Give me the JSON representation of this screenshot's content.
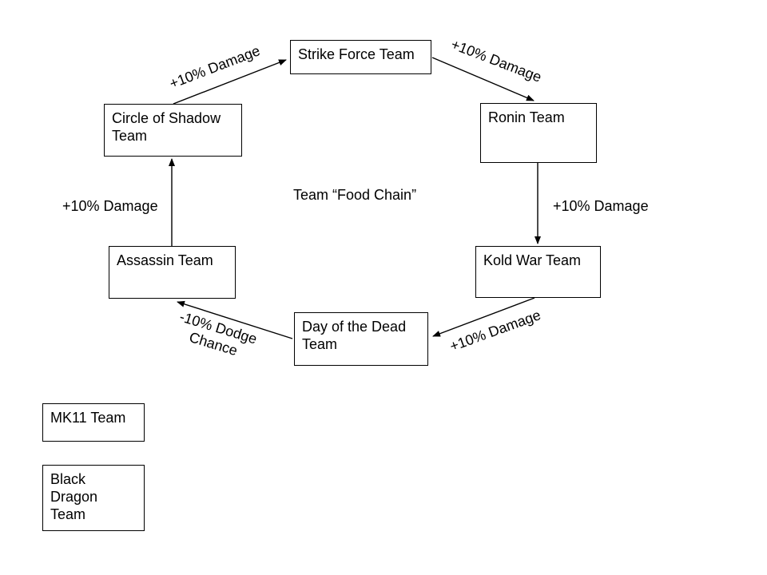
{
  "diagram": {
    "title": "Team “Food Chain”",
    "nodes": {
      "strike_force": {
        "label": "Strike Force Team"
      },
      "circle_of_shadow": {
        "label": "Circle of Shadow\nTeam"
      },
      "ronin": {
        "label": "Ronin Team"
      },
      "kold_war": {
        "label": "Kold War Team"
      },
      "assassin": {
        "label": "Assassin Team"
      },
      "day_of_the_dead": {
        "label": "Day of the Dead\nTeam"
      },
      "mk11": {
        "label": "MK11 Team"
      },
      "black_dragon": {
        "label": "Black\nDragon\nTeam"
      }
    },
    "edges": {
      "circle_to_strike": {
        "label": "+10% Damage",
        "effect": "+10% Damage"
      },
      "strike_to_ronin": {
        "label": "+10% Damage",
        "effect": "+10% Damage"
      },
      "ronin_to_kold": {
        "label": "+10% Damage",
        "effect": "+10% Damage"
      },
      "kold_to_day": {
        "label": "+10% Damage",
        "effect": "+10% Damage"
      },
      "day_to_assassin": {
        "label": "-10% Dodge\nChance",
        "effect": "-10% Dodge Chance"
      },
      "assassin_to_circle": {
        "label": "+10% Damage",
        "effect": "+10% Damage"
      }
    },
    "colors": {
      "line": "#000000",
      "text": "#000000",
      "background": "#ffffff"
    }
  }
}
